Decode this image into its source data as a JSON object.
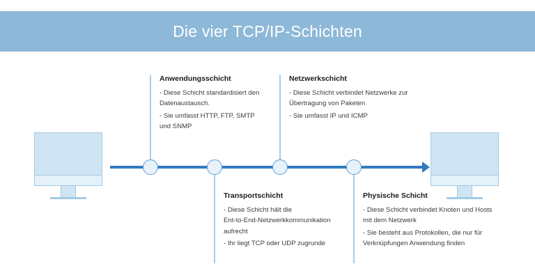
{
  "header": {
    "title": "Die vier TCP/IP-Schichten",
    "background_color": "#8db8d8",
    "text_color": "#ffffff"
  },
  "diagram": {
    "accent_color": "#2f7cc0",
    "node_fill_color": "#e8f2fa",
    "node_stroke_color": "#5a9bd1",
    "connector_color": "#a8cbe4",
    "monitor_screen_color": "#cfe5f4",
    "monitor_border_color": "#a3cae5",
    "left_device_label": "computer-monitor",
    "right_device_label": "computer-monitor",
    "arrow_direction": "left-to-right"
  },
  "layers": [
    {
      "id": "anwendungsschicht",
      "title": "Anwendungsschicht",
      "position": "top",
      "bullets": [
        "- Diese Schicht standardisiert den\n  Datenaustausch.",
        "- Sie umfasst HTTP, FTP, SMTP\n  und SNMP"
      ]
    },
    {
      "id": "netzwerkschicht",
      "title": "Netzwerkschicht",
      "position": "top",
      "bullets": [
        "- Diese Schicht verbindet Netzwerke zur\n  Übertragung von Paketen",
        "- Sie umfasst IP und ICMP"
      ]
    },
    {
      "id": "transportschicht",
      "title": "Transportschicht",
      "position": "bottom",
      "bullets": [
        "- Diese Schicht hält die\n  Ent-to-End-Netzwerkkommunikation\n  aufrecht",
        "- Ihr liegt TCP oder UDP zugrunde"
      ]
    },
    {
      "id": "physische-schicht",
      "title": "Physische Schicht",
      "position": "bottom",
      "bullets": [
        "- Diese Schicht verbindet Knoten und Hosts\n  mit dem Netzwerk",
        "- Sie besteht aus Protokollen, die nur für\n  Verknüpfungen Anwendung finden"
      ]
    }
  ]
}
